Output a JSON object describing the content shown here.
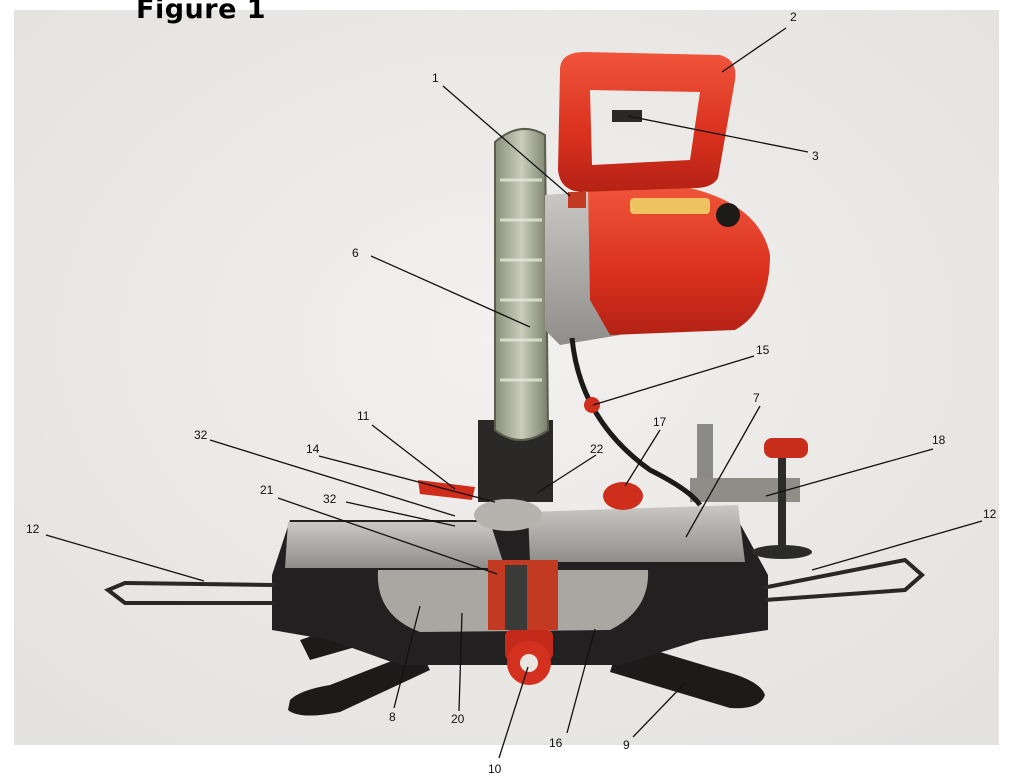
{
  "figure": {
    "title": "Figure 1"
  },
  "callouts": [
    "1",
    "2",
    "3",
    "6",
    "15",
    "11",
    "32",
    "14",
    "22",
    "17",
    "7",
    "18",
    "21",
    "32",
    "12",
    "12",
    "8",
    "20",
    "10",
    "16",
    "9"
  ],
  "colors": {
    "body_red": "#e2321f",
    "handle_red": "#e8452a",
    "grey": "#a8a8a4",
    "black": "#1d1b1a"
  }
}
